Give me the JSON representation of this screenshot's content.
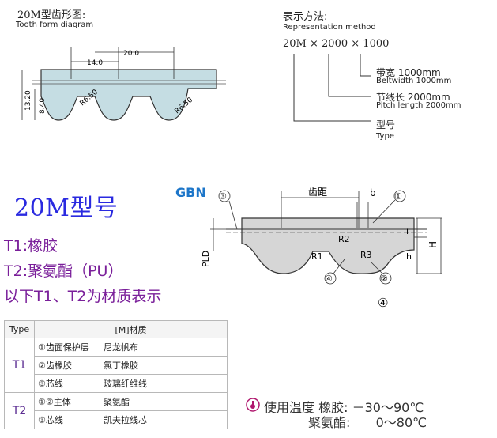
{
  "tooth": {
    "title": "20M型齿形图:",
    "subtitle": "Tooth form diagram",
    "dim_pitch": "20.0",
    "dim_top": "14.0",
    "dim_height": "13.20",
    "dim_tooth": "8.40",
    "dim_r1": "R6.50",
    "dim_r2": "R6.50"
  },
  "repr": {
    "title": "表示方法:",
    "subtitle": "Representation method",
    "formula_a": "20M",
    "formula_b": "2000",
    "formula_c": "1000",
    "width_cn": "带宽 1000mm",
    "width_en": "Beltwidth 1000mm",
    "pitch_cn": "节线长 2000mm",
    "pitch_en": "Pitch length 2000mm",
    "type_cn": "型号",
    "type_en": "Type"
  },
  "model": {
    "title": "20M型号",
    "brand": "GBN",
    "t1_line": "T1:橡胶",
    "t2_line": "T2:聚氨酯（PU）",
    "note": "以下T1、T2为材质表示"
  },
  "belt": {
    "pitch_label": "齿距",
    "b": "b",
    "c1": "①",
    "c2": "②",
    "c3": "③",
    "c4": "④",
    "r1": "R1",
    "r2": "R2",
    "r3": "R3",
    "h": "h",
    "i": "i",
    "H": "H",
    "pld": "PLD",
    "fig": "④"
  },
  "table": {
    "header_type": "Type",
    "header_material": "[M]材质",
    "groups": [
      {
        "name": "T1",
        "rows": [
          {
            "part": "①齿面保护层",
            "material": "尼龙帆布"
          },
          {
            "part": "②齿橡胶",
            "material": "氯丁橡胶"
          },
          {
            "part": "③芯线",
            "material": "玻璃纤维线"
          }
        ]
      },
      {
        "name": "T2",
        "rows": [
          {
            "part": "①②主体",
            "material": "聚氨酯"
          },
          {
            "part": "③芯线",
            "material": "凯夫拉线芯"
          }
        ]
      }
    ]
  },
  "temp": {
    "label": "使用温度",
    "rubber": "橡胶:",
    "rubber_range": "－30～90℃",
    "pu": "聚氨酯:",
    "pu_range": "0～80℃"
  },
  "colors": {
    "belt_fill": "#c5dde3",
    "accent_blue": "#2a2ae0",
    "brand_blue": "#1d76c9",
    "text_purple": "#7a1f9a",
    "table_purple": "#5b2c91"
  }
}
